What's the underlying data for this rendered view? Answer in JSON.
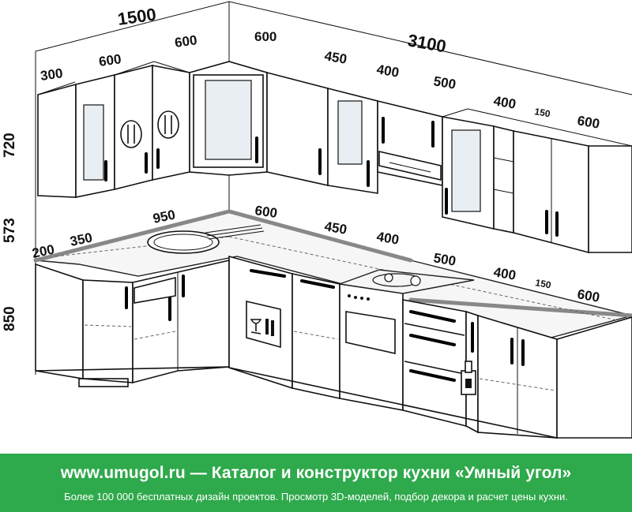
{
  "dimensions": {
    "total_left": "1500",
    "total_right": "3100",
    "upper_height": "720",
    "gap_height": "573",
    "base_height": "850",
    "top_labels": [
      "300",
      "600",
      "600",
      "600",
      "450",
      "400",
      "500",
      "400",
      "150",
      "600"
    ],
    "base_labels": [
      "200",
      "350",
      "950",
      "600",
      "450",
      "400",
      "500",
      "400",
      "150",
      "600"
    ]
  },
  "icons": [
    "fork-knife-icon",
    "fork-knife-icon",
    "wine-glass-icon",
    "bottle-icon",
    "stove-burner-icon"
  ],
  "colors": {
    "footer_bg": "#2ea94b",
    "footer_text": "#ffffff",
    "counter_edge": "#888888"
  },
  "footer": {
    "title": "www.umugol.ru  —  Каталог и конструктор кухни «Умный угол»",
    "subtitle": "Более 100 000 бесплатных дизайн проектов. Просмотр 3D-моделей, подбор декора и расчет цены кухни."
  }
}
